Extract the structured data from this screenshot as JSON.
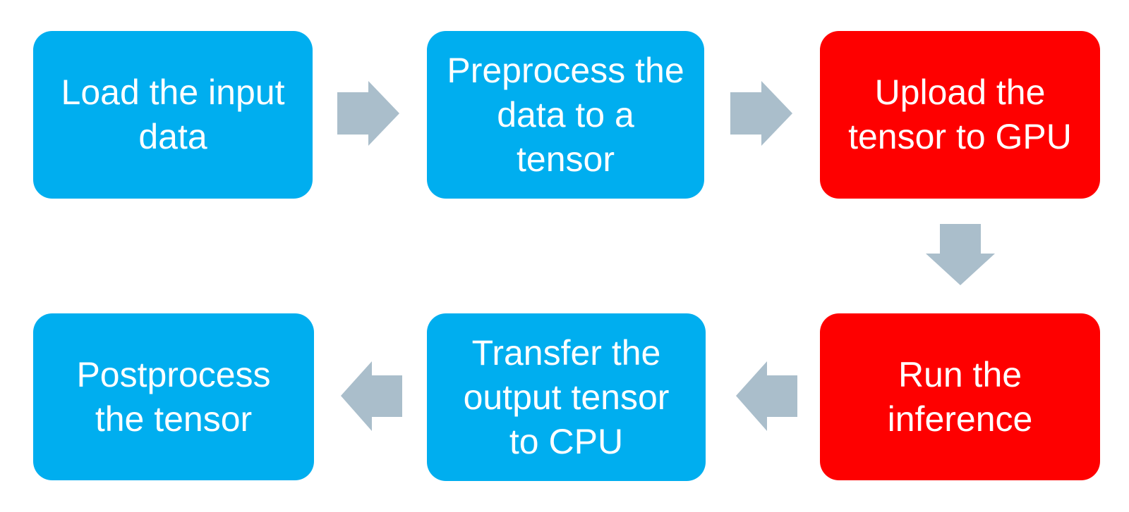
{
  "colors": {
    "cpu_step": "#00aeef",
    "gpu_step": "#fe0000",
    "arrow": "#aabecb",
    "text": "#ffffff",
    "background": "#ffffff"
  },
  "nodes": [
    {
      "id": "load-input-data",
      "label": "Load the input data",
      "type": "cpu"
    },
    {
      "id": "preprocess-data",
      "label": "Preprocess the data to a tensor",
      "type": "cpu"
    },
    {
      "id": "upload-tensor-gpu",
      "label": "Upload the tensor to GPU",
      "type": "gpu"
    },
    {
      "id": "run-inference",
      "label": "Run the inference",
      "type": "gpu"
    },
    {
      "id": "transfer-tensor-cpu",
      "label": "Transfer the output tensor to CPU",
      "type": "cpu"
    },
    {
      "id": "postprocess-tensor",
      "label": "Postprocess the tensor",
      "type": "cpu"
    }
  ],
  "edges": [
    {
      "from": "load-input-data",
      "to": "preprocess-data",
      "direction": "right"
    },
    {
      "from": "preprocess-data",
      "to": "upload-tensor-gpu",
      "direction": "right"
    },
    {
      "from": "upload-tensor-gpu",
      "to": "run-inference",
      "direction": "down"
    },
    {
      "from": "run-inference",
      "to": "transfer-tensor-cpu",
      "direction": "left"
    },
    {
      "from": "transfer-tensor-cpu",
      "to": "postprocess-tensor",
      "direction": "left"
    }
  ]
}
